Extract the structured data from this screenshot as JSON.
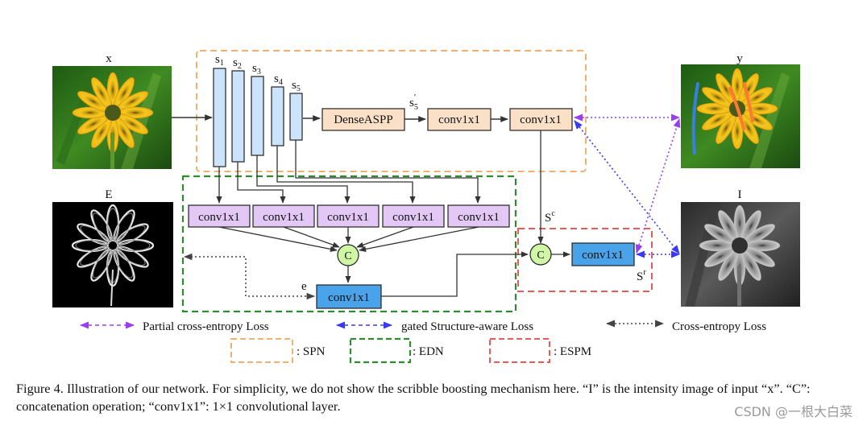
{
  "images": {
    "x": "x",
    "y": "y",
    "E": "E",
    "I": "I"
  },
  "encoder": {
    "s1": "s",
    "s1_sub": "1",
    "s2": "s",
    "s2_sub": "2",
    "s3": "s",
    "s3_sub": "3",
    "s4": "s",
    "s4_sub": "4",
    "s5": "s",
    "s5_sub": "5",
    "s5p": "s",
    "s5p_sub": "5",
    "s5p_sup": "′"
  },
  "blocks": {
    "dense_aspp": "DenseASPP",
    "conv_a": "conv1x1",
    "conv_b": "conv1x1",
    "edn_convs": [
      "conv1x1",
      "conv1x1",
      "conv1x1",
      "conv1x1",
      "conv1x1"
    ],
    "edn_concat": "C",
    "edn_out": "conv1x1",
    "e_label": "e",
    "espm_concat": "C",
    "espm_out": "conv1x1",
    "sc_base": "S",
    "sc_sup": "c",
    "sr_base": "S",
    "sr_sup": "r"
  },
  "legend": {
    "partial_ce": "Partial cross-entropy Loss",
    "gated_structure": "gated Structure-aware Loss",
    "cross_entropy": "Cross-entropy Loss",
    "spn": ": SPN",
    "edn": ": EDN",
    "espm": ": ESPM"
  },
  "colors": {
    "spn": "#f0b070",
    "edn": "#2e8b2e",
    "espm": "#e85a5a",
    "encoder_fill": "#cce4fb",
    "aspp_fill": "#fbe0c8",
    "conv_purple": "#e3c8f6",
    "conv_blue": "#4aa3e8",
    "concat_fill": "#cff7a6",
    "partial_arrow": "#9a3cf0",
    "gated_arrow": "#3a3af0",
    "ce_arrow": "#444444",
    "scribble_blue": "#3a7fe0",
    "scribble_orange": "#ff7a30"
  },
  "caption": "Figure 4. Illustration of our network. For simplicity, we do not show the scribble boosting mechanism here. “I” is the intensity image of input “x”. “C”: concatenation operation; “conv1x1”: 1×1 convolutional layer.",
  "watermark": "CSDN @一根大白菜"
}
